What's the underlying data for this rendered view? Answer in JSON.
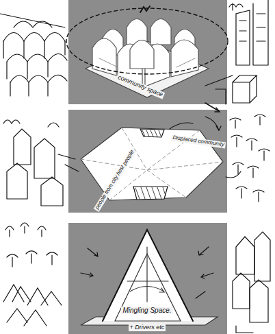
{
  "diagram": {
    "labels": [
      "community space",
      "Displaced community",
      "people from city host people",
      "Mingling Space.",
      "+ Drivers etc"
    ]
  }
}
